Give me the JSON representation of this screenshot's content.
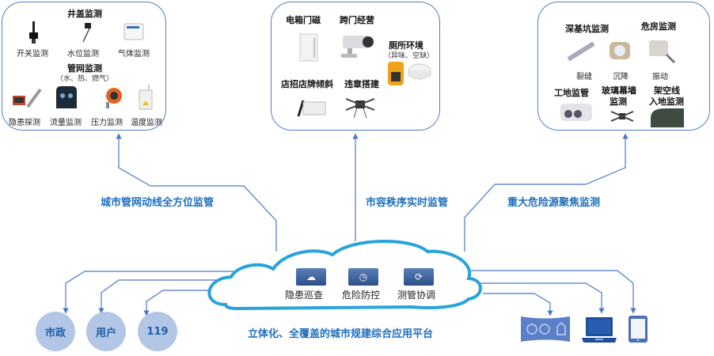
{
  "panels": {
    "left": {
      "manhole_title": "井盖监测",
      "manhole_items": [
        "开关监测",
        "水位监测",
        "气体监测"
      ],
      "pipe_title": "管网监测",
      "pipe_subtitle": "（水、热、燃气）",
      "pipe_items": [
        "隐患探测",
        "流量监测",
        "压力监测",
        "温度监测"
      ]
    },
    "middle": {
      "items": {
        "box_door": "电箱门磁",
        "cross_door": "跨门经营",
        "toilet_title": "厕所环境",
        "toilet_subtitle": "（异味、空缺）",
        "sign_tilt": "店招店牌倾斜",
        "illegal_build": "违章搭建"
      }
    },
    "right": {
      "pit_title": "深基坑监测",
      "danger_house_title": "危房监测",
      "pit_items": [
        "裂缝",
        "沉降",
        "振动"
      ],
      "site_title": "工地监管",
      "curtain_title_line1": "玻璃幕墙",
      "curtain_title_line2": "监测",
      "overhead_title_line1": "架空线",
      "overhead_title_line2": "入地监测"
    }
  },
  "sections": {
    "pipeline": "城市管网动线全方位监管",
    "city_order": "市容秩序实时监管",
    "hazard": "重大危险源聚焦监测"
  },
  "cloud": {
    "items": [
      {
        "label": "隐患巡查",
        "icon": "cloud-upload-icon"
      },
      {
        "label": "危险防控",
        "icon": "timer-icon"
      },
      {
        "label": "测管协调",
        "icon": "sync-icon"
      }
    ]
  },
  "clients": {
    "left": [
      "市政",
      "用户",
      "119"
    ],
    "right": [
      "large-screen-icon",
      "laptop-icon",
      "tablet-icon"
    ]
  },
  "platform_title": "立体化、全覆盖的城市规建综合应用平台",
  "colors": {
    "line": "#4a78c8",
    "panel_border": "#4f7fc4",
    "section_text": "#1f6fbf",
    "cloud_stroke": "#29a3dc",
    "circle_fill": "#b3c6e6"
  }
}
